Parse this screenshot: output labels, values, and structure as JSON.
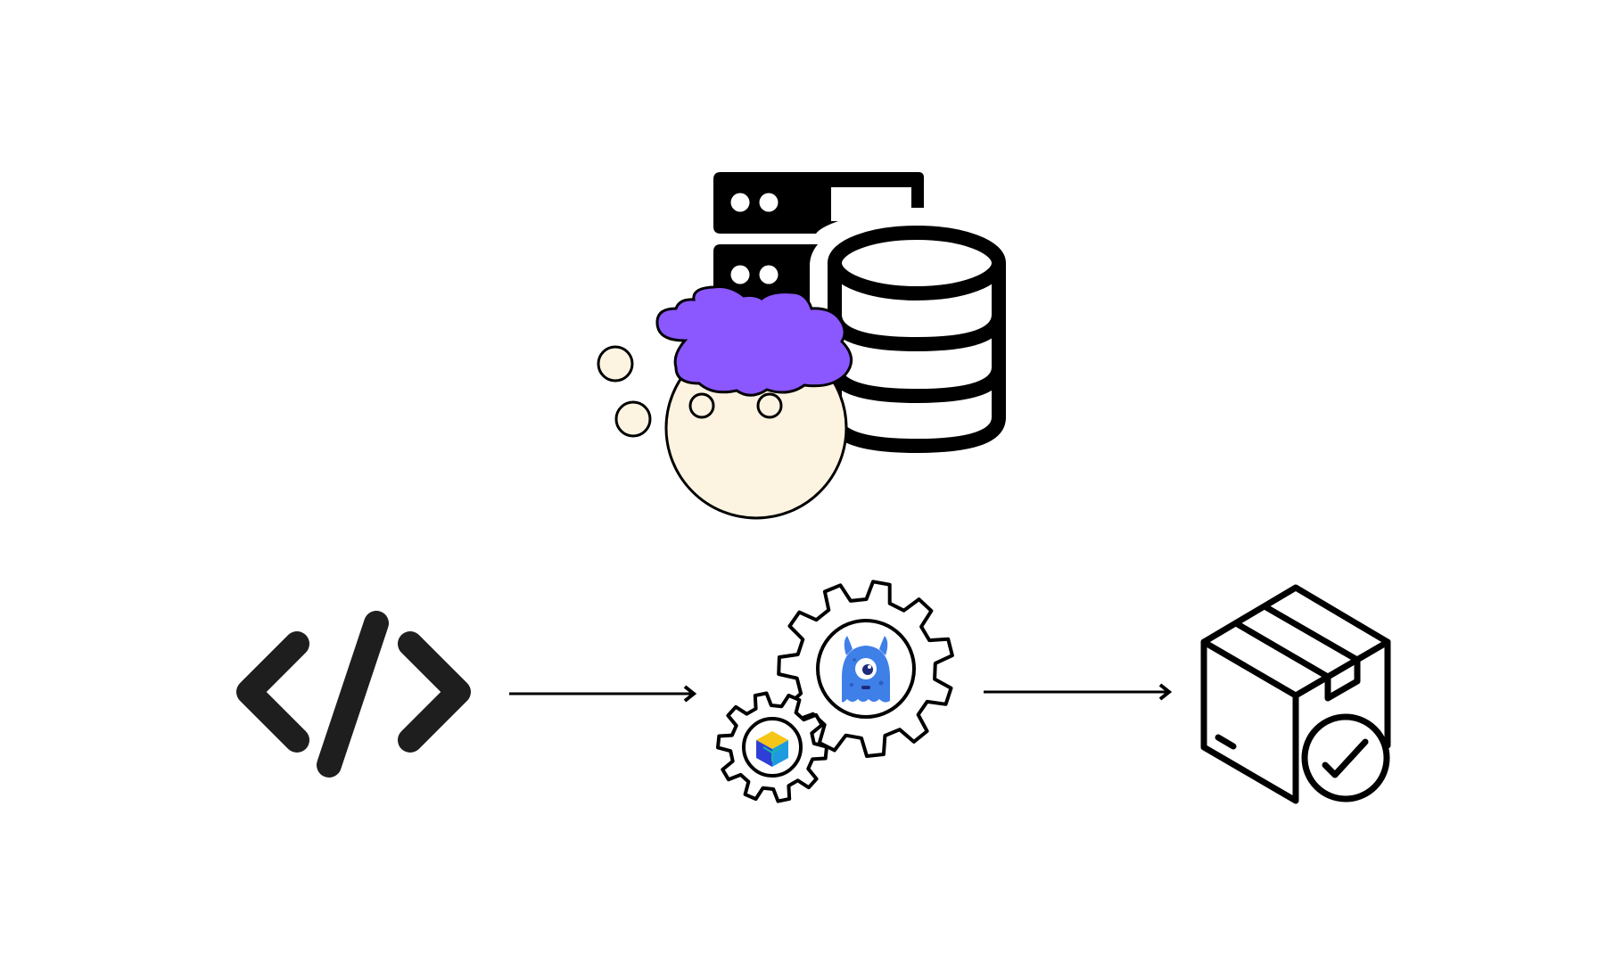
{
  "diagram": {
    "nodes": [
      {
        "id": "server-database",
        "icon": "server-database-icon",
        "label": ""
      },
      {
        "id": "thinking-head",
        "icon": "thinking-head-icon",
        "label": ""
      },
      {
        "id": "source-code",
        "icon": "code-brackets-icon",
        "label": ""
      },
      {
        "id": "build-process",
        "icon": "gears-icon",
        "label": ""
      },
      {
        "id": "package",
        "icon": "package-check-icon",
        "label": ""
      }
    ],
    "edges": [
      {
        "from": "source-code",
        "to": "build-process"
      },
      {
        "from": "build-process",
        "to": "package"
      }
    ],
    "colors": {
      "stroke": "#000000",
      "code_icon": "#1e1e1e",
      "cloud": "#8b57ff",
      "head": "#fdf3e1",
      "monster": "#3e7fe8",
      "cube_top": "#f5c518",
      "cube_left": "#2d3fd6",
      "cube_right": "#1e9be0"
    }
  }
}
